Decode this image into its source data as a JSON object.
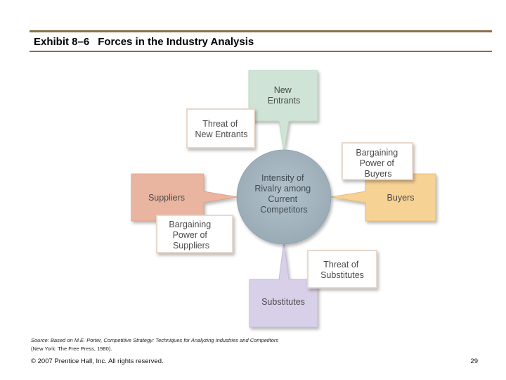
{
  "header": {
    "exhibit_number": "Exhibit 8–6",
    "title": "Forces in the Industry Analysis"
  },
  "diagram": {
    "center": [
      "Intensity of",
      "Rivalry among",
      "Current",
      "Competitors"
    ],
    "forces": {
      "new_entrants": [
        "New",
        "Entrants"
      ],
      "suppliers": [
        "Suppliers"
      ],
      "buyers": [
        "Buyers"
      ],
      "substitutes": [
        "Substitutes"
      ]
    },
    "threats": {
      "threat_new_entrants": [
        "Threat of",
        "New Entrants"
      ],
      "bargaining_buyers": [
        "Bargaining",
        "Power of",
        "Buyers"
      ],
      "bargaining_suppliers": [
        "Bargaining",
        "Power of",
        "Suppliers"
      ],
      "threat_substitutes": [
        "Threat of",
        "Substitutes"
      ]
    },
    "colors": {
      "new_entrants": "#cfe3d6",
      "suppliers": "#eab5a0",
      "buyers": "#f6d295",
      "substitutes": "#d8d0e8",
      "center": "#a7b7c1",
      "threat_box_border": "#e8d8cc"
    }
  },
  "footer": {
    "source_prefix": "Source: Based on M.E. Porter, ",
    "source_title": "Competitive Strategy: Techniques for Analyzing Industries and Competitors",
    "source_suffix": " (New York: The Free Press, 1980).",
    "copyright": "© 2007 Prentice Hall, Inc. All rights reserved.",
    "page_number": "29"
  }
}
